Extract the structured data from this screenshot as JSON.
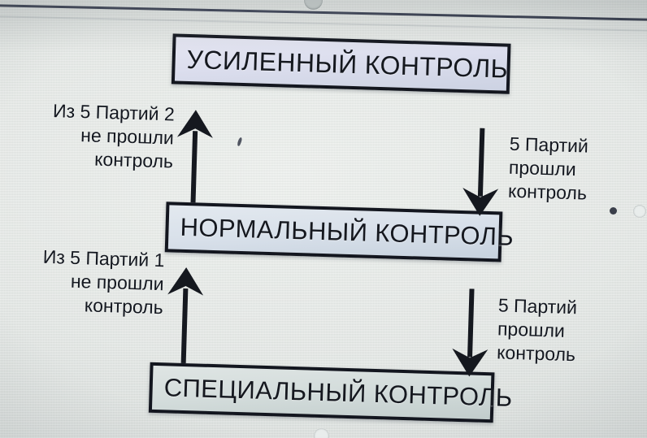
{
  "diagram": {
    "title_boxes": {
      "enhanced": "УСИЛЕННЫЙ КОНТРОЛЬ",
      "normal": "НОРМАЛЬНЫЙ КОНТРОЛЬ",
      "special": "СПЕЦИАЛЬНЫЙ КОНТРОЛЬ"
    },
    "captions": {
      "fail_to_enhanced": "Из 5 Партий 2\nне прошли\nконтроль",
      "fail_to_normal": "Из 5 Партий 1\nне прошли\nконтроль",
      "pass_from_enhanced": "5 Партий\nпрошли\nконтроль",
      "pass_from_normal": "5 Партий\nпрошли\nконтроль"
    },
    "arrows": [
      {
        "name": "arrow-up-enhanced",
        "direction": "up"
      },
      {
        "name": "arrow-down-normal",
        "direction": "down"
      },
      {
        "name": "arrow-up-normal",
        "direction": "up"
      },
      {
        "name": "arrow-down-special",
        "direction": "down"
      }
    ],
    "colors": {
      "background": "#e3e7e4",
      "box_border": "#13161f",
      "box_fill_enhanced": "#dcdeee",
      "box_fill_normal": "#d8e0ea",
      "box_fill_special": "#d3dcdb",
      "text": "#15181f"
    }
  }
}
